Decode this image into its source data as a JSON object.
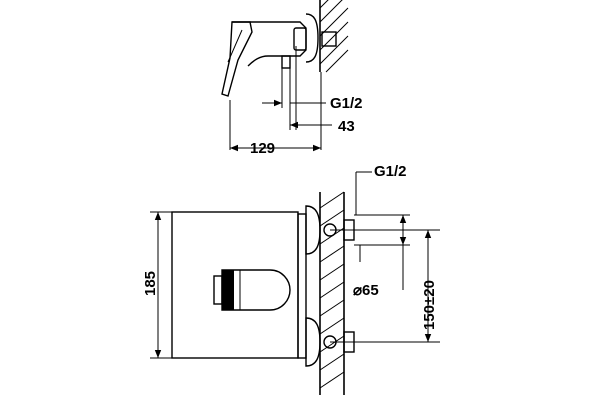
{
  "top_view": {
    "thread_label": "G1/2",
    "depth_label": "43",
    "length_label": "129"
  },
  "front_view": {
    "thread_label": "G1/2",
    "diameter_label": "⌀65",
    "height_label": "185",
    "spacing_label": "150±20"
  }
}
